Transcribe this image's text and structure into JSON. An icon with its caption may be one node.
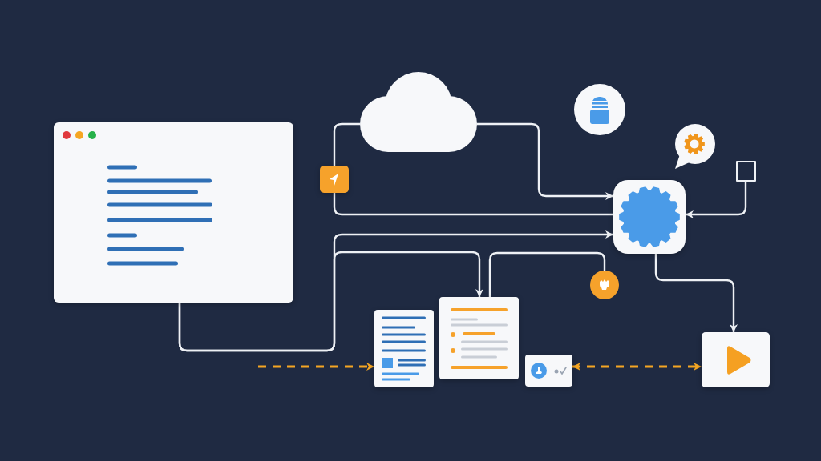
{
  "diagram": {
    "nodes": [
      {
        "text": [],
        "shape": "box"
      },
      {
        "text": [],
        "shape": "cloud"
      },
      {
        "text": [],
        "shape": "circle"
      },
      {
        "text": [],
        "shape": "bubble"
      },
      {
        "text": [],
        "shape": "box"
      },
      {
        "text": [],
        "shape": "box"
      },
      {
        "text": [],
        "shape": "box"
      },
      {
        "text": [],
        "shape": "circle"
      },
      {
        "text": [],
        "shape": "box"
      },
      {
        "text": [],
        "shape": "box"
      },
      {
        "text": [],
        "shape": "box"
      },
      {
        "text": [],
        "shape": "box"
      }
    ],
    "edges": [
      {
        "from": 1,
        "to": 4,
        "arrow": "none"
      },
      {
        "from": 4,
        "to": 6,
        "arrow": "none"
      },
      {
        "from": 1,
        "to": 6,
        "arrow": "to"
      },
      {
        "from": 0,
        "to": 6,
        "arrow": "to"
      },
      {
        "from": 0,
        "to": 8,
        "arrow": "to"
      },
      {
        "from": 8,
        "to": 7,
        "arrow": "none"
      },
      {
        "from": 5,
        "to": 6,
        "arrow": "to"
      },
      {
        "from": 6,
        "to": 11,
        "arrow": "to"
      },
      {
        "from": null,
        "to": 9,
        "arrow": "to",
        "style": "dashed",
        "color": "#f5a623"
      },
      {
        "from": 10,
        "to": 11,
        "arrow": "both",
        "style": "dashed",
        "color": "#f5a623"
      }
    ]
  }
}
